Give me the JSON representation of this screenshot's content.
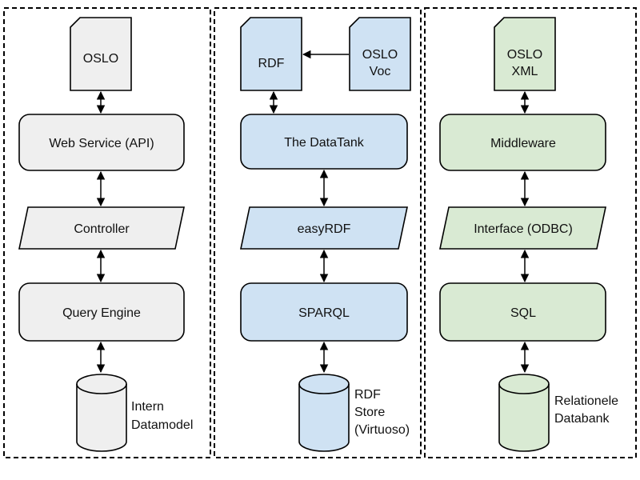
{
  "columns": [
    {
      "id": "left",
      "colors": {
        "fill": "#efefef"
      },
      "document": [
        "OSLO"
      ],
      "blocks": [
        "Web Service (API)",
        "Controller",
        "Query Engine"
      ],
      "database": [
        "Intern",
        "Datamodel"
      ]
    },
    {
      "id": "middle",
      "colors": {
        "fill": "#cfe2f3"
      },
      "document": [
        "RDF"
      ],
      "side_document": [
        "OSLO",
        "Voc"
      ],
      "blocks": [
        "The DataTank",
        "easyRDF",
        "SPARQL"
      ],
      "database": [
        "RDF",
        "Store",
        "(Virtuoso)"
      ]
    },
    {
      "id": "right",
      "colors": {
        "fill": "#d9ead3"
      },
      "document": [
        "OSLO",
        "XML"
      ],
      "blocks": [
        "Middleware",
        "Interface (ODBC)",
        "SQL"
      ],
      "database": [
        "Relationele",
        "Databank"
      ]
    }
  ]
}
